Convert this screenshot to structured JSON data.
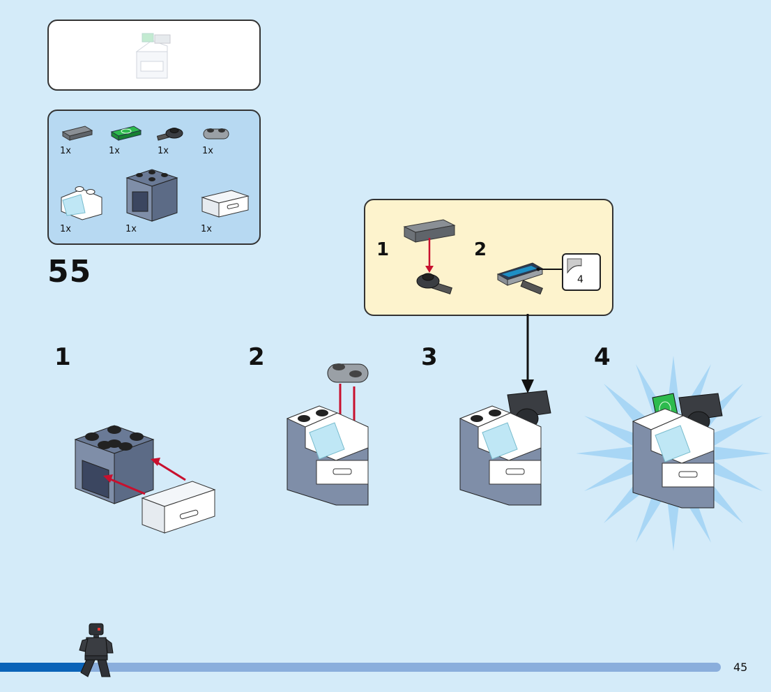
{
  "step": {
    "number": "55"
  },
  "parts_list": {
    "items": [
      {
        "name": "gray-tile",
        "qty": "1x"
      },
      {
        "name": "money-tile",
        "qty": "1x"
      },
      {
        "name": "black-clip-plate",
        "qty": "1x"
      },
      {
        "name": "gray-2-stud-plate",
        "qty": "1x"
      },
      {
        "name": "register-slope-brick",
        "qty": "1x"
      },
      {
        "name": "cabinet-frame",
        "qty": "1x"
      },
      {
        "name": "white-drawer",
        "qty": "1x"
      }
    ]
  },
  "callout": {
    "step1": "1",
    "step2": "2",
    "sticker_number": "4"
  },
  "substeps": [
    "1",
    "2",
    "3",
    "4"
  ],
  "footer": {
    "page_number": "45",
    "progress": 0.12
  },
  "colors": {
    "background": "#d4ebf9",
    "parts_box": "#b7d9f2",
    "callout": "#fdf3cd",
    "progress_fill": "#0a63b8",
    "progress_track": "#8aaedc",
    "arrow_red": "#c8102e"
  }
}
